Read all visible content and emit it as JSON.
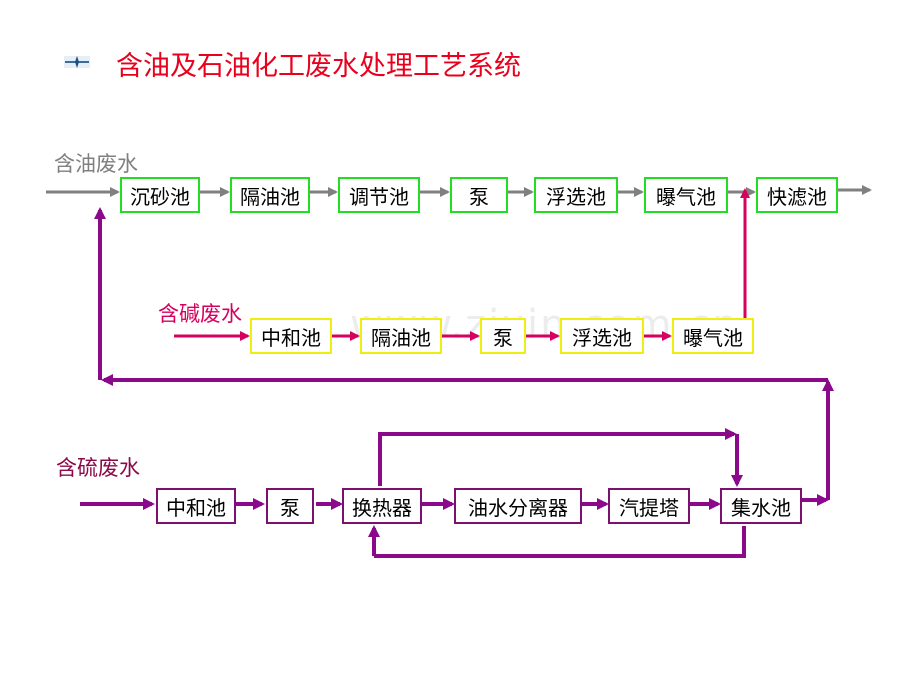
{
  "title": "含油及石油化工废水处理工艺系统",
  "colors": {
    "title": "#e8001c",
    "line1": "#808080",
    "line2": "#d6005e",
    "line3": "#8b0a8b",
    "border1": "#22dd22",
    "border2": "#eeee11",
    "border3": "#7a1070"
  },
  "line1": {
    "label": "含油废水",
    "boxes": [
      "沉砂池",
      "隔油池",
      "调节池",
      "泵",
      "浮选池",
      "曝气池",
      "快滤池"
    ]
  },
  "line2": {
    "label": "含碱废水",
    "boxes": [
      "中和池",
      "隔油池",
      "泵",
      "浮选池",
      "曝气池"
    ]
  },
  "line3": {
    "label": "含硫废水",
    "boxes": [
      "中和池",
      "泵",
      "换热器",
      "油水分离器",
      "汽提塔",
      "集水池"
    ]
  },
  "watermark": "www.zixin.com.cn"
}
